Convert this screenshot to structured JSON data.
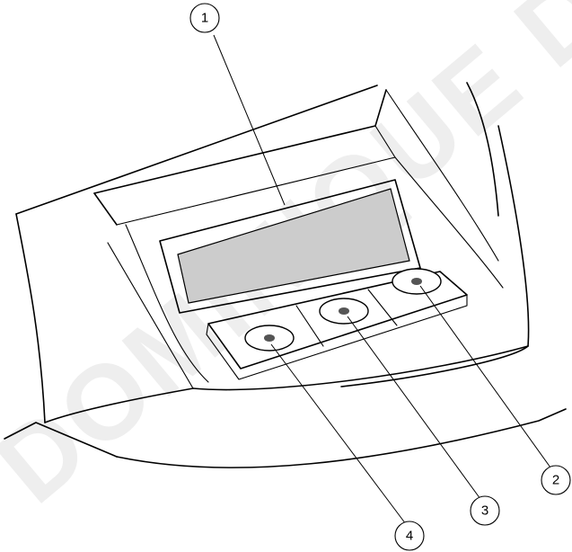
{
  "watermark": {
    "text": "DOMINIQUE D",
    "color": "#eeeeee"
  },
  "device": {
    "display_color": "#cccccc",
    "button_count": 3
  },
  "callouts": [
    {
      "id": "callout-1",
      "label": "1",
      "target": "display"
    },
    {
      "id": "callout-2",
      "label": "2",
      "target": "right-button"
    },
    {
      "id": "callout-3",
      "label": "3",
      "target": "middle-button"
    },
    {
      "id": "callout-4",
      "label": "4",
      "target": "left-button"
    }
  ]
}
